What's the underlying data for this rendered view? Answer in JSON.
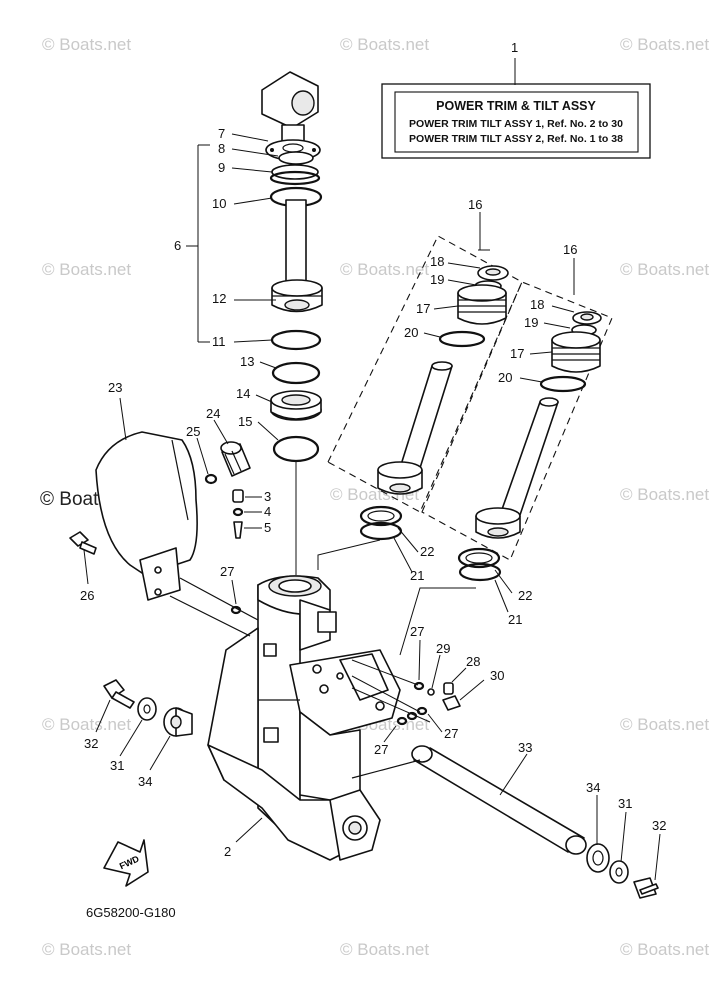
{
  "title_box": {
    "ref": "1",
    "title": "POWER TRIM & TILT ASSY",
    "line1": "POWER TRIM TILT ASSY 1,  Ref. No. 2 to 30",
    "line2": "POWER TRIM TILT ASSY 2,  Ref. No. 1 to 38"
  },
  "diagram_code": "6G58200-G180",
  "fwd_label": "FWD",
  "watermark": "© Boats.net",
  "part_numbers": {
    "p2": "2",
    "p3": "3",
    "p4": "4",
    "p5": "5",
    "p6": "6",
    "p7": "7",
    "p8": "8",
    "p9": "9",
    "p10": "10",
    "p11": "11",
    "p12": "12",
    "p13": "13",
    "p14": "14",
    "p15": "15",
    "p16a": "16",
    "p16b": "16",
    "p17a": "17",
    "p17b": "17",
    "p18a": "18",
    "p18b": "18",
    "p19a": "19",
    "p19b": "19",
    "p20a": "20",
    "p20b": "20",
    "p21a": "21",
    "p21b": "21",
    "p22a": "22",
    "p22b": "22",
    "p23": "23",
    "p24": "24",
    "p25": "25",
    "p26": "26",
    "p27a": "27",
    "p27b": "27",
    "p27c": "27",
    "p27d": "27",
    "p28": "28",
    "p29": "29",
    "p30": "30",
    "p31a": "31",
    "p31b": "31",
    "p32a": "32",
    "p32b": "32",
    "p33": "33",
    "p34a": "34",
    "p34b": "34"
  }
}
